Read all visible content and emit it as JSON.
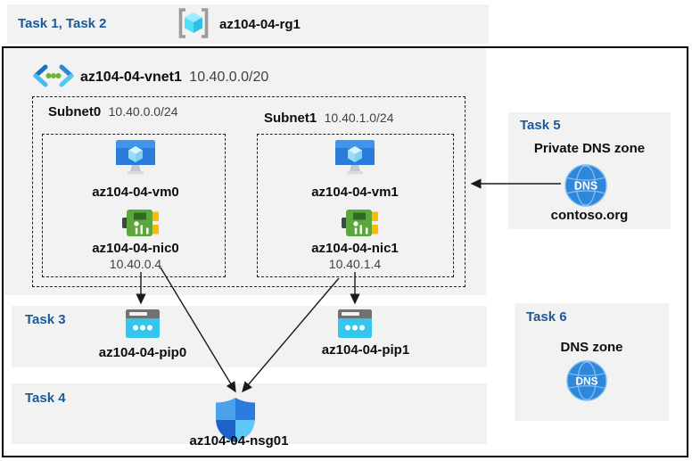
{
  "header": {
    "task_label": "Task 1, Task 2",
    "resource_group": "az104-04-rg1"
  },
  "vnet": {
    "name": "az104-04-vnet1",
    "cidr": "10.40.0.0/20"
  },
  "subnets": [
    {
      "name": "Subnet0",
      "cidr": "10.40.0.0/24",
      "vm": "az104-04-vm0",
      "nic": "az104-04-nic0",
      "ip": "10.40.0.4"
    },
    {
      "name": "Subnet1",
      "cidr": "10.40.1.0/24",
      "vm": "az104-04-vm1",
      "nic": "az104-04-nic1",
      "ip": "10.40.1.4"
    }
  ],
  "task3": {
    "label": "Task 3",
    "pip0": "az104-04-pip0",
    "pip1": "az104-04-pip1"
  },
  "task4": {
    "label": "Task 4",
    "nsg": "az104-04-nsg01"
  },
  "task5": {
    "label": "Task 5",
    "title": "Private DNS zone",
    "zone": "contoso.org"
  },
  "task6": {
    "label": "Task 6",
    "title": "DNS zone"
  },
  "icons": {
    "resource_group": "resource-group-icon",
    "virtual_network": "virtual-network-icon",
    "virtual_machine": "vm-icon",
    "network_interface": "nic-icon",
    "public_ip": "public-ip-icon",
    "nsg": "nsg-shield-icon",
    "dns": "dns-globe-icon",
    "dns_label": "DNS"
  },
  "colors": {
    "task_label": "#1A5A96",
    "panel_bg": "#F2F2F2",
    "arrow": "#1A1A1A"
  }
}
